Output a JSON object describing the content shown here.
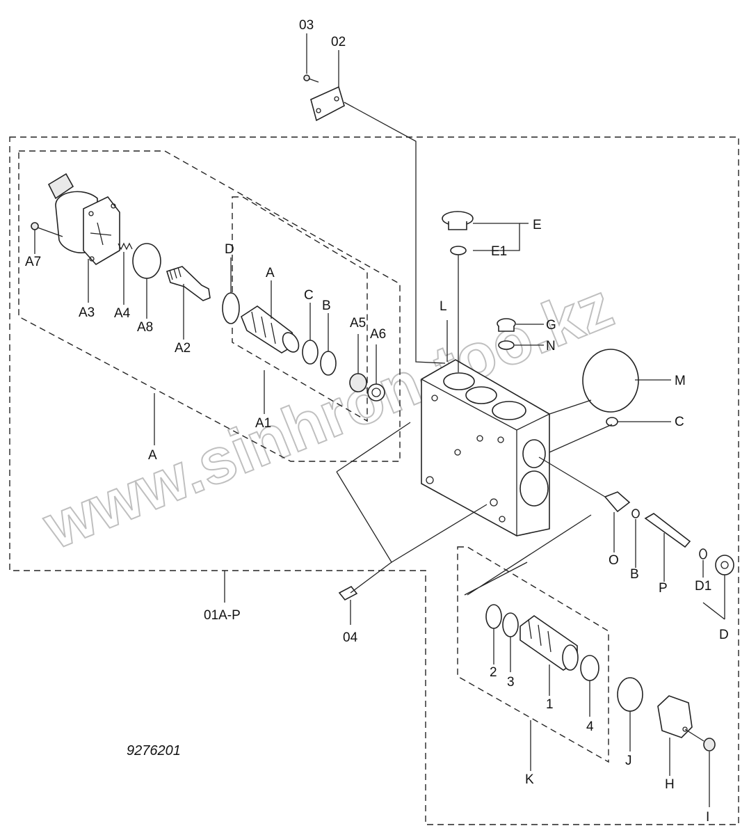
{
  "diagram": {
    "caption": "9276201",
    "watermark": "www.sinhron-too.kz",
    "labels": {
      "p03": "03",
      "p02": "02",
      "pE": "E",
      "pE1": "E1",
      "pG": "G",
      "pN": "N",
      "pL": "L",
      "pM": "M",
      "pC_right": "C",
      "pD_left": "D",
      "pA_top": "A",
      "pC_mid": "C",
      "pB_mid": "B",
      "pA5": "A5",
      "pA6": "A6",
      "pA7": "A7",
      "pA3": "A3",
      "pA4": "A4",
      "pA8": "A8",
      "pA2": "A2",
      "pA1": "A1",
      "pA_bottom": "A",
      "p01AP": "01A-P",
      "p04": "04",
      "pO": "O",
      "pB_right": "B",
      "pP": "P",
      "pD1": "D1",
      "pD_right": "D",
      "p2": "2",
      "p3": "3",
      "p1": "1",
      "p4": "4",
      "pJ": "J",
      "pK": "K",
      "pH": "H",
      "pI": "I"
    }
  }
}
